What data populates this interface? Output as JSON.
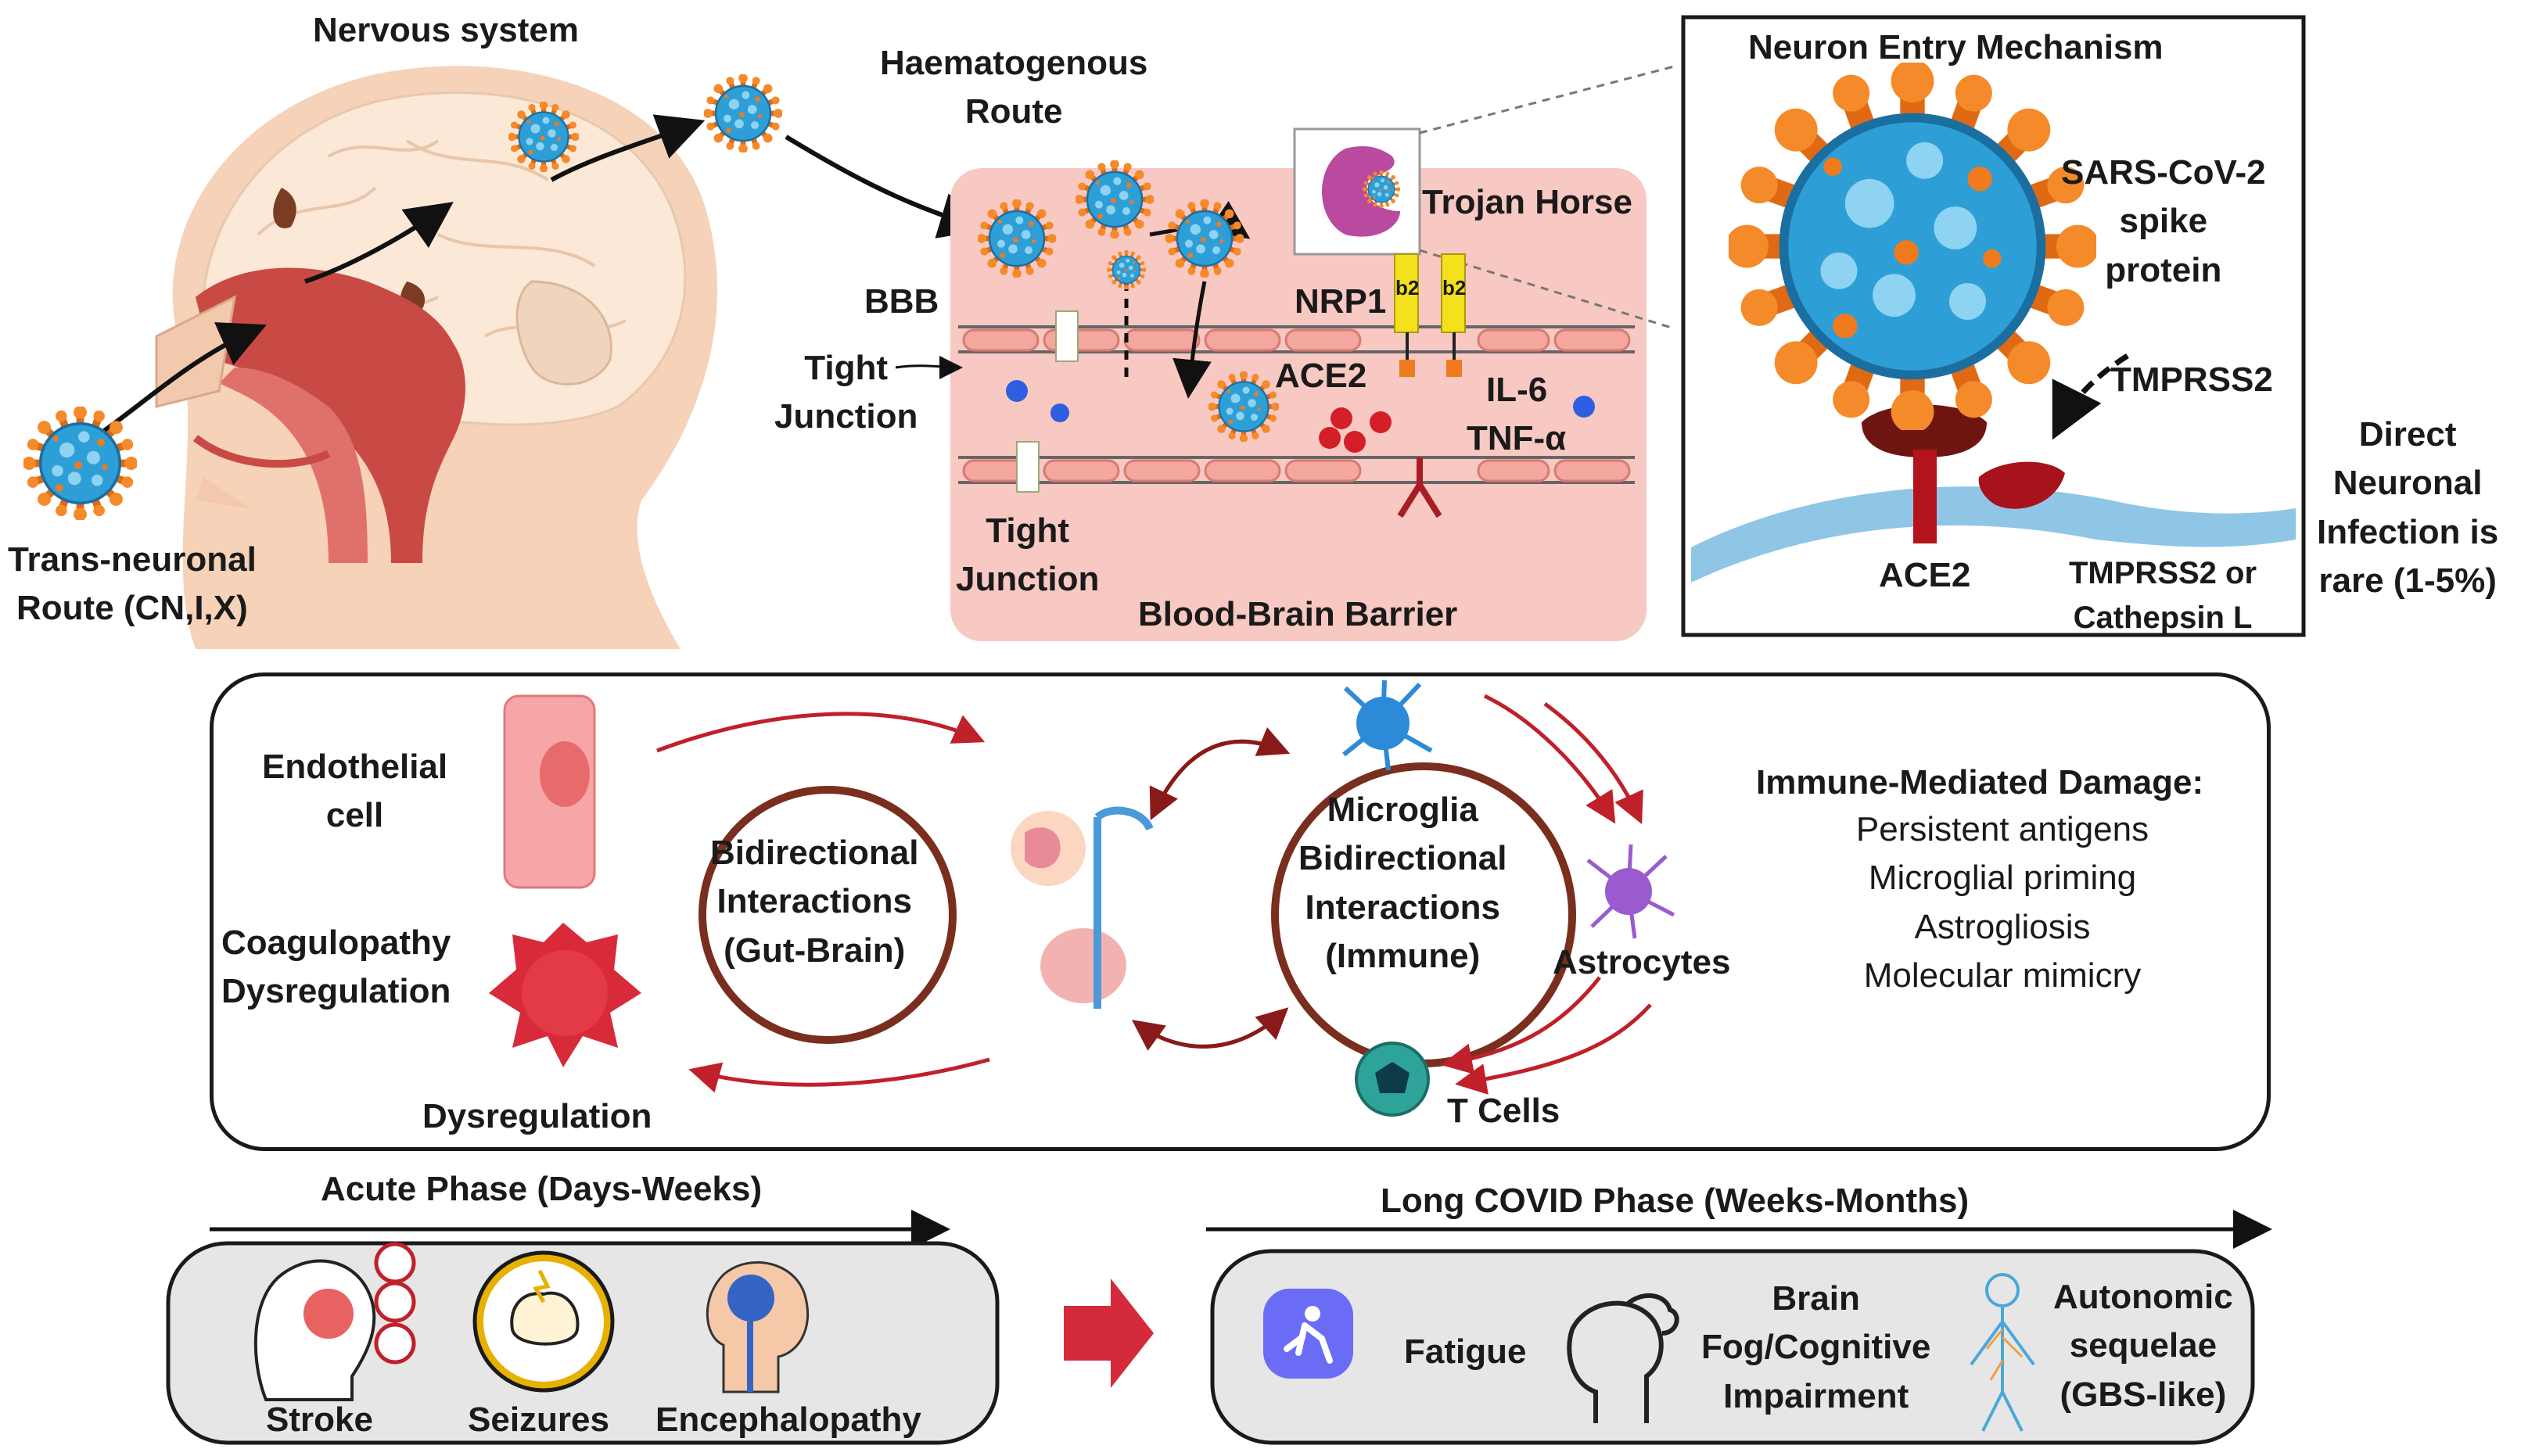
{
  "top": {
    "nervous_system": "Nervous system",
    "trans_neuronal_route": [
      "Trans-neuronal",
      "Route (CN,I,X)"
    ],
    "haematogenous_route": [
      "Haematogenous",
      "Route"
    ],
    "bbb": "BBB",
    "tight_junction_upper": [
      "Tight",
      "Junction"
    ],
    "tight_junction_lower": [
      "Tight",
      "Junction"
    ],
    "nrp1": "NRP1",
    "ace2_vessel": "ACE2",
    "il6": "IL-6",
    "tnf": "TNF-α",
    "trojan_horse": "Trojan Horse",
    "b2": "b2",
    "blood_brain_barrier": "Blood-Brain Barrier"
  },
  "neuron_entry": {
    "title": "Neuron Entry Mechanism",
    "spike": [
      "SARS-CoV-2",
      "spike",
      "protein"
    ],
    "tmprss2": "TMPRSS2",
    "ace2": "ACE2",
    "tmprss2_cathepsin": [
      "TMPRSS2 or",
      "Cathepsin L"
    ]
  },
  "direct_infection": [
    "Direct",
    "Neuronal",
    "Infection is",
    "rare  (1-5%)"
  ],
  "middle": {
    "endothelial_cell": [
      "Endothelial",
      "cell"
    ],
    "coagulopathy": [
      "Coagulopathy",
      "Dysregulation"
    ],
    "dysregulation": "Dysregulation",
    "gut_brain": [
      "Bidirectional",
      "Interactions",
      "(Gut-Brain)"
    ],
    "microglia": [
      "Microglia",
      "Bidirectional",
      "Interactions",
      "(Immune)"
    ],
    "astrocytes": "Astrocytes",
    "t_cells": "T Cells",
    "immune_title": "Immune-Mediated Damage:",
    "immune_items": [
      "Persistent antigens",
      "Microglial priming",
      "Astrogliosis",
      "Molecular mimicry"
    ]
  },
  "acute": {
    "title": "Acute Phase (Days-Weeks)",
    "items": [
      "Stroke",
      "Seizures",
      "Encephalopathy"
    ]
  },
  "long_covid": {
    "title": "Long COVID Phase (Weeks-Months)",
    "fatigue": "Fatigue",
    "brain_fog": [
      "Brain",
      "Fog/Cognitive",
      "Impairment"
    ],
    "autonomic": [
      "Autonomic",
      "sequelae",
      "(GBS-like)"
    ]
  },
  "colors": {
    "virus_blue": "#2e9fd6",
    "spike_orange": "#f07a1e",
    "arrow_red": "#c0202a",
    "bbb_bg": "#f8c8c2",
    "panel_border": "#1a1a1a"
  }
}
